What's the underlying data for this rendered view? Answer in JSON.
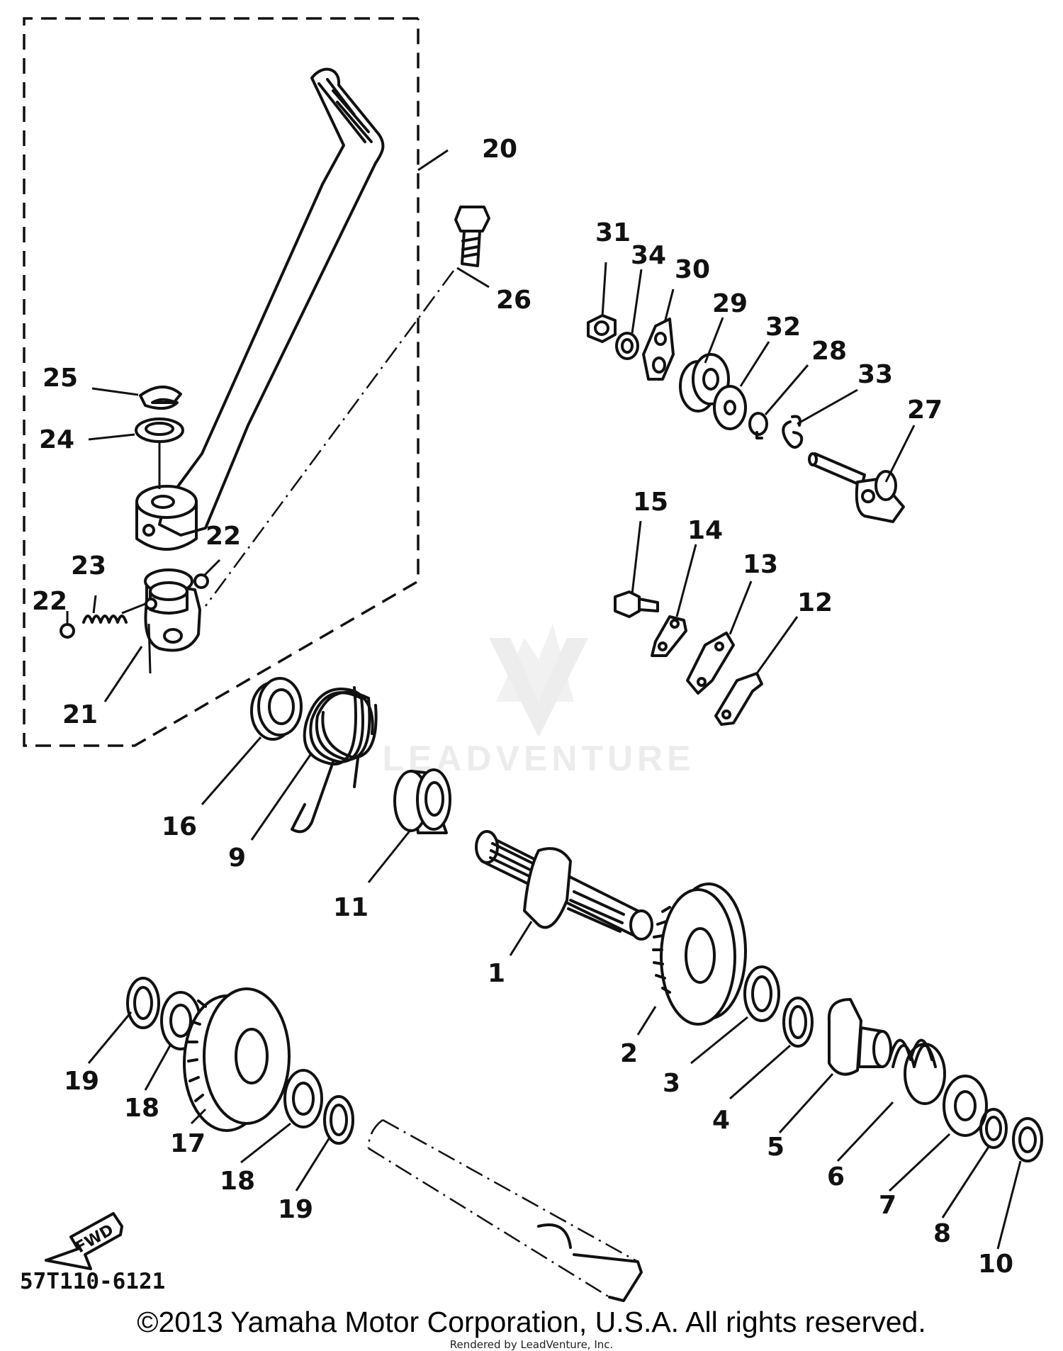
{
  "diagram": {
    "callouts": [
      {
        "id": "1",
        "label": "1"
      },
      {
        "id": "2",
        "label": "2"
      },
      {
        "id": "3",
        "label": "3"
      },
      {
        "id": "4",
        "label": "4"
      },
      {
        "id": "5",
        "label": "5"
      },
      {
        "id": "6",
        "label": "6"
      },
      {
        "id": "7",
        "label": "7"
      },
      {
        "id": "8",
        "label": "8"
      },
      {
        "id": "9",
        "label": "9"
      },
      {
        "id": "10",
        "label": "10"
      },
      {
        "id": "11",
        "label": "11"
      },
      {
        "id": "12",
        "label": "12"
      },
      {
        "id": "13",
        "label": "13"
      },
      {
        "id": "14",
        "label": "14"
      },
      {
        "id": "15",
        "label": "15"
      },
      {
        "id": "16",
        "label": "16"
      },
      {
        "id": "17",
        "label": "17"
      },
      {
        "id": "18a",
        "label": "18"
      },
      {
        "id": "18b",
        "label": "18"
      },
      {
        "id": "19a",
        "label": "19"
      },
      {
        "id": "19b",
        "label": "19"
      },
      {
        "id": "20",
        "label": "20"
      },
      {
        "id": "21",
        "label": "21"
      },
      {
        "id": "22a",
        "label": "22"
      },
      {
        "id": "22b",
        "label": "22"
      },
      {
        "id": "23",
        "label": "23"
      },
      {
        "id": "24",
        "label": "24"
      },
      {
        "id": "25",
        "label": "25"
      },
      {
        "id": "26",
        "label": "26"
      },
      {
        "id": "27",
        "label": "27"
      },
      {
        "id": "28",
        "label": "28"
      },
      {
        "id": "29",
        "label": "29"
      },
      {
        "id": "30",
        "label": "30"
      },
      {
        "id": "31",
        "label": "31"
      },
      {
        "id": "32",
        "label": "32"
      },
      {
        "id": "33",
        "label": "33"
      },
      {
        "id": "34",
        "label": "34"
      }
    ],
    "part_code": "57T110-6121",
    "direction_arrow": "FWD",
    "watermark": "LEADVENTURE"
  },
  "footer": {
    "copyright": "©2013 Yamaha Motor Corporation, U.S.A. All rights reserved.",
    "rendered_by": "Rendered by LeadVenture, Inc."
  }
}
